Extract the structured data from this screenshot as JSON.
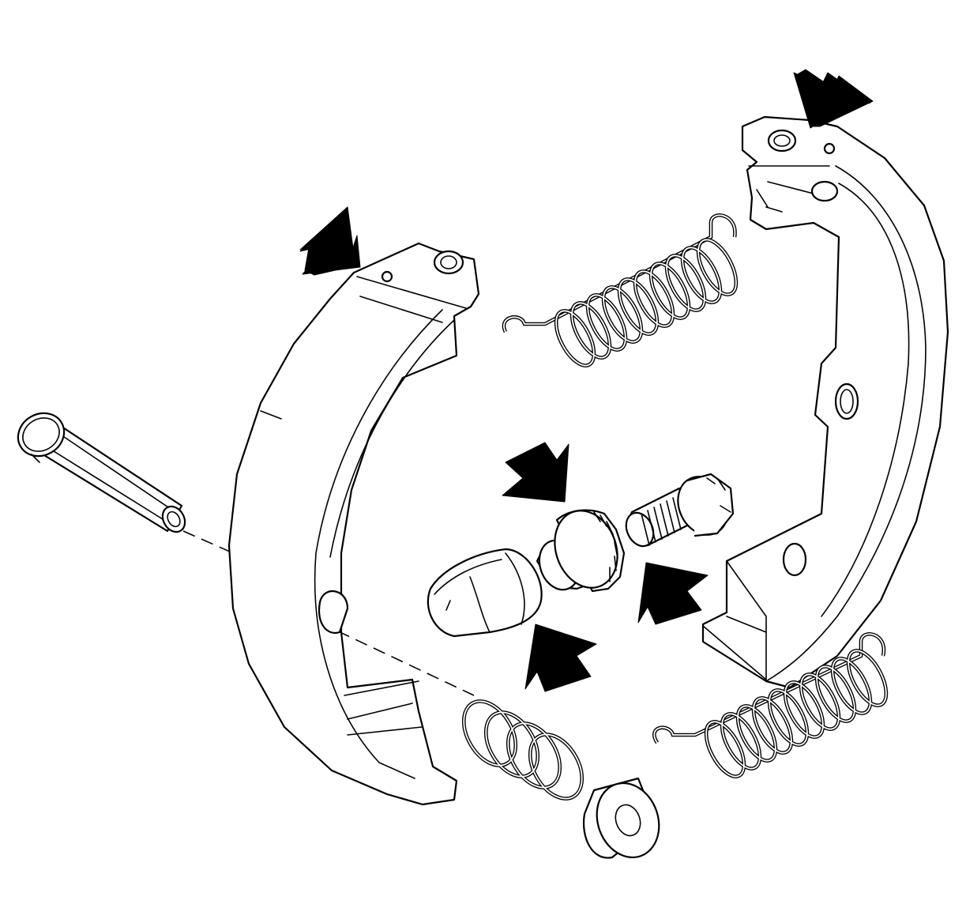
{
  "diagram": {
    "colors": {
      "line": "#000000",
      "background": "#ffffff",
      "arrow": "#000000"
    },
    "parts": [
      "brake-shoe-left",
      "brake-shoe-right",
      "retaining-pin",
      "upper-return-spring",
      "lower-return-spring",
      "hold-down-spring",
      "hold-down-cup",
      "adjuster-socket",
      "adjuster-nut",
      "adjuster-screw"
    ],
    "callout_arrows": 5
  }
}
